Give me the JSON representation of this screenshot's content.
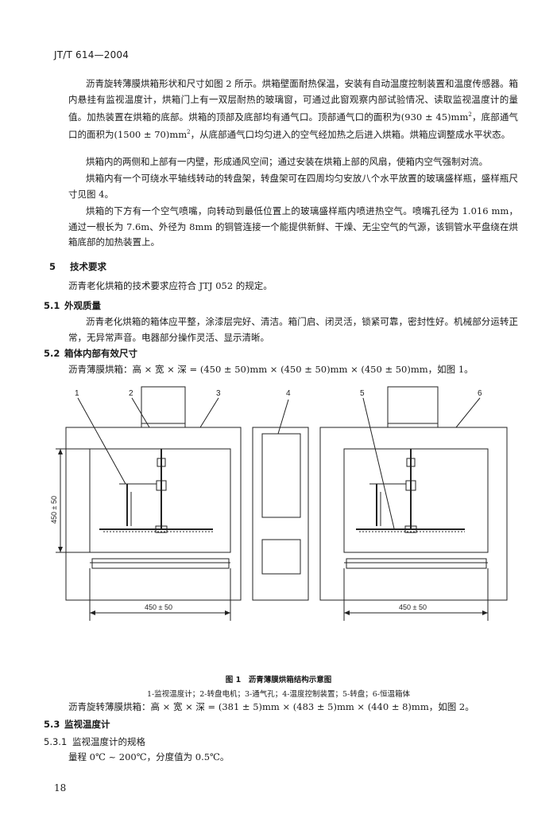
{
  "header": {
    "std_number": "JT/T 614—2004"
  },
  "paragraphs": {
    "p1a": "沥青旋转薄膜烘箱形状和尺寸如图 2 所示。烘箱壁面耐热保温，安装有自动温度控制装置和温度传感器。箱内悬挂有监视温度计，烘箱门上有一双层耐热的玻璃窗，可通过此窗观察内部试验情况、读取监视温度计的量值。加热装置在烘箱的底部。烘箱的顶部及底部均有通气口。顶部通气口的面积为",
    "p1b_pre": "(930 ± 45)mm",
    "p1b_mid": "，底部通气口的面积为(1500 ± 70)mm",
    "p1b_post": "，从底部通气口均匀进入的空气经加热之后进入烘箱。烘箱应调整成水平状态。",
    "sup2": "2",
    "p2": "烘箱内的两侧和上部有一内壁，形成通风空间；通过安装在烘箱上部的风扇，使箱内空气强制对流。",
    "p3": "烘箱内有一个可绕水平轴线转动的转盘架，转盘架可在四周均匀安放八个水平放置的玻璃盛样瓶，盛样瓶尺寸见图 4。",
    "p4": "烘箱的下方有一个空气喷嘴，向转动到最低位置上的玻璃盛样瓶内喷进热空气。喷嘴孔径为 1.016 mm，通过一根长为 7.6m、外径为 8mm 的铜管连接一个能提供新鲜、干燥、无尘空气的气源，该铜管水平盘绕在烘箱底部的加热装置上。"
  },
  "sections": {
    "s5_num": "5",
    "s5_title": "技术要求",
    "s5_text": "沥青老化烘箱的技术要求应符合 JTJ 052 的规定。",
    "s51_num": "5.1",
    "s51_title": "外观质量",
    "s51_text": "沥青老化烘箱的箱体应平整，涂漆层完好、清洁。箱门启、闭灵活，锁紧可靠，密封性好。机械部分运转正常，无异常声音。电器部分操作灵活、显示清晰。",
    "s52_num": "5.2",
    "s52_title": "箱体内部有效尺寸",
    "s52_text": "沥青薄膜烘箱：高 × 宽 × 深 = (450 ± 50)mm × (450 ± 50)mm × (450 ± 50)mm，如图 1。",
    "after_fig": "沥青旋转薄膜烘箱：高 × 宽 × 深 = (381 ± 5)mm × (483 ± 5)mm × (440 ± 8)mm，如图 2。",
    "s53_num": "5.3",
    "s53_title": "监视温度计",
    "s531_num": "5.3.1",
    "s531_title": "监视温度计的规格",
    "s531_text": "量程 0℃ ~ 200℃，分度值为 0.5℃。"
  },
  "figure": {
    "callouts": [
      "1",
      "2",
      "3",
      "4",
      "5",
      "6"
    ],
    "dim_height": "450 ± 50",
    "dim_width_left": "450 ± 50",
    "dim_width_right": "450 ± 50",
    "caption": "图 1　沥青薄膜烘箱结构示意图",
    "legend": "1-监视温度计；2-转盘电机；3-通气孔；4-温度控制装置；5-转盘；6-恒温箱体"
  },
  "footer": {
    "page_number": "18"
  }
}
